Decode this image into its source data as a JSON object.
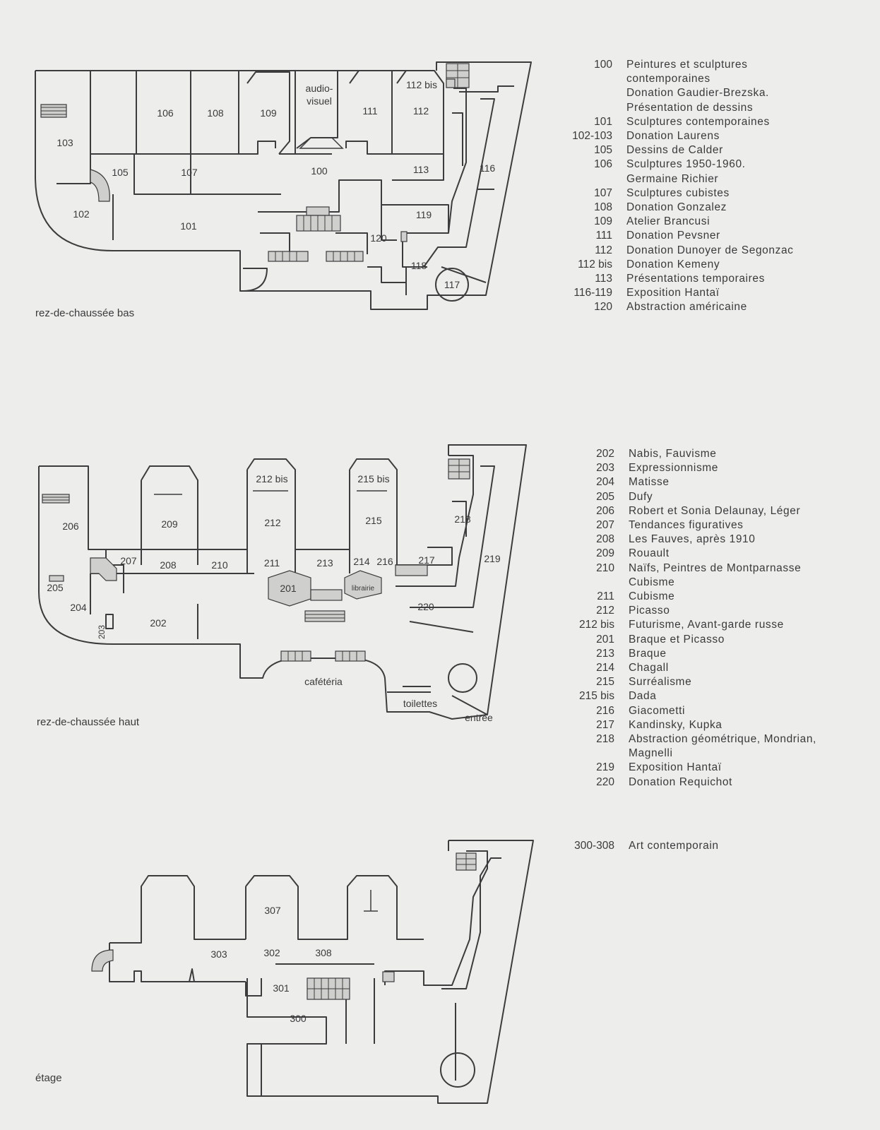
{
  "floors": [
    {
      "title": "rez-de-chaussée bas",
      "rooms": {
        "r100": "100",
        "r101": "101",
        "r102": "102",
        "r103": "103",
        "r105": "105",
        "r106": "106",
        "r107": "107",
        "r108": "108",
        "r109": "109",
        "audio1": "audio-",
        "audio2": "visuel",
        "r111": "111",
        "r112": "112",
        "r112b": "112 bis",
        "r113": "113",
        "r116": "116",
        "r117": "117",
        "r118": "118",
        "r119": "119",
        "r120": "120"
      },
      "legend": [
        {
          "code": "100",
          "desc": "Peintures et sculptures"
        },
        {
          "code": "",
          "desc": "contemporaines"
        },
        {
          "code": "",
          "desc": "Donation Gaudier-Brezska."
        },
        {
          "code": "",
          "desc": "Présentation de dessins"
        },
        {
          "code": "101",
          "desc": "Sculptures contemporaines"
        },
        {
          "code": "102-103",
          "desc": "Donation Laurens"
        },
        {
          "code": "105",
          "desc": "Dessins de Calder"
        },
        {
          "code": "106",
          "desc": "Sculptures 1950-1960."
        },
        {
          "code": "",
          "desc": "Germaine Richier"
        },
        {
          "code": "107",
          "desc": "Sculptures cubistes"
        },
        {
          "code": "108",
          "desc": "Donation Gonzalez"
        },
        {
          "code": "109",
          "desc": "Atelier Brancusi"
        },
        {
          "code": "111",
          "desc": "Donation Pevsner"
        },
        {
          "code": "112",
          "desc": "Donation Dunoyer de Segonzac"
        },
        {
          "code": "112 bis",
          "desc": "Donation Kemeny"
        },
        {
          "code": "113",
          "desc": "Présentations temporaires"
        },
        {
          "code": "116-119",
          "desc": "Exposition Hantaï"
        },
        {
          "code": "120",
          "desc": "Abstraction américaine"
        }
      ]
    },
    {
      "title": "rez-de-chaussée haut",
      "rooms": {
        "r201": "201",
        "r202": "202",
        "r203": "203",
        "r204": "204",
        "r205": "205",
        "r206": "206",
        "r207": "207",
        "r208": "208",
        "r209": "209",
        "r210": "210",
        "r211": "211",
        "r212": "212",
        "r212b": "212 bis",
        "r213": "213",
        "r214": "214",
        "r215": "215",
        "r215b": "215 bis",
        "r216": "216",
        "r217": "217",
        "r218": "218",
        "r219": "219",
        "r220": "220",
        "librairie": "librairie",
        "cafeteria": "cafétéria",
        "toilettes": "toilettes",
        "entree": "entrée"
      },
      "legend": [
        {
          "code": "202",
          "desc": "Nabis, Fauvisme"
        },
        {
          "code": "203",
          "desc": "Expressionnisme"
        },
        {
          "code": "204",
          "desc": "Matisse"
        },
        {
          "code": "205",
          "desc": "Dufy"
        },
        {
          "code": "206",
          "desc": "Robert et Sonia Delaunay, Léger"
        },
        {
          "code": "207",
          "desc": "Tendances figuratives"
        },
        {
          "code": "208",
          "desc": "Les Fauves, après 1910"
        },
        {
          "code": "209",
          "desc": "Rouault"
        },
        {
          "code": "210",
          "desc": "Naïfs, Peintres de Montparnasse"
        },
        {
          "code": "",
          "desc": "Cubisme"
        },
        {
          "code": "211",
          "desc": "Cubisme"
        },
        {
          "code": "212",
          "desc": "Picasso"
        },
        {
          "code": "212 bis",
          "desc": "Futurisme, Avant-garde russe"
        },
        {
          "code": "201",
          "desc": "Braque et Picasso"
        },
        {
          "code": "213",
          "desc": "Braque"
        },
        {
          "code": "214",
          "desc": "Chagall"
        },
        {
          "code": "215",
          "desc": "Surréalisme"
        },
        {
          "code": "215 bis",
          "desc": "Dada"
        },
        {
          "code": "216",
          "desc": "Giacometti"
        },
        {
          "code": "217",
          "desc": "Kandinsky, Kupka"
        },
        {
          "code": "218",
          "desc": "Abstraction géométrique, Mondrian,"
        },
        {
          "code": "",
          "desc": "Magnelli"
        },
        {
          "code": "219",
          "desc": "Exposition Hantaï"
        },
        {
          "code": "220",
          "desc": "Donation Requichot"
        }
      ]
    },
    {
      "title": "étage",
      "rooms": {
        "r300": "300",
        "r301": "301",
        "r302": "302",
        "r303": "303",
        "r307": "307",
        "r308": "308"
      },
      "legend": [
        {
          "code": "300-308",
          "desc": "Art contemporain"
        }
      ]
    }
  ]
}
